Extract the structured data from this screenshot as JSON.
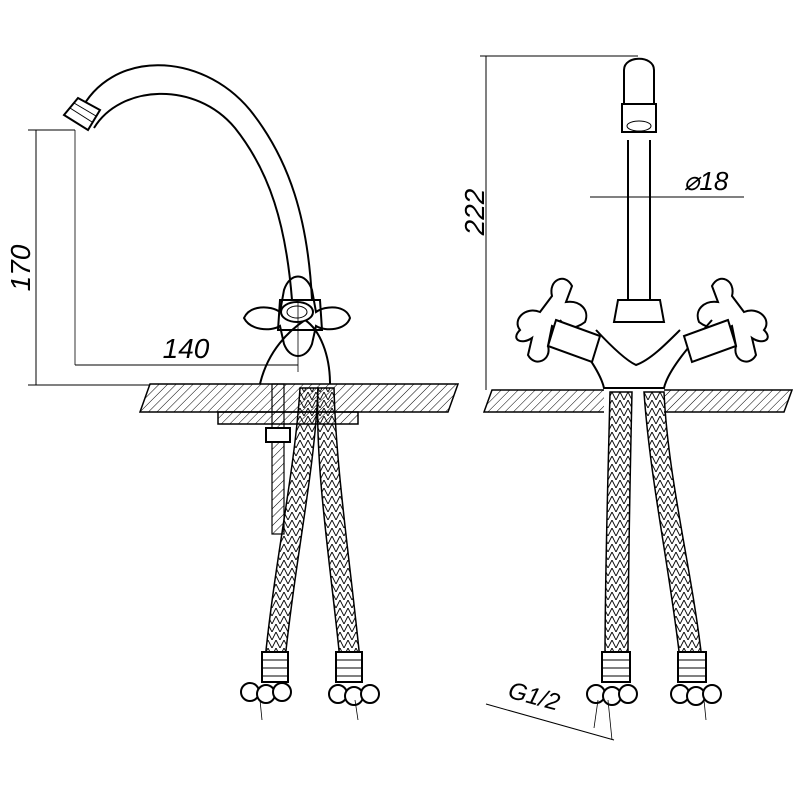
{
  "drawing": {
    "dimensions": {
      "spout_height": "170",
      "spout_reach": "140",
      "total_height": "222",
      "body_diameter": "⌀18",
      "connection_thread": "G1/2"
    }
  },
  "colors": {
    "line": "#000000",
    "background": "#ffffff",
    "counter_hatch": "#000000"
  }
}
